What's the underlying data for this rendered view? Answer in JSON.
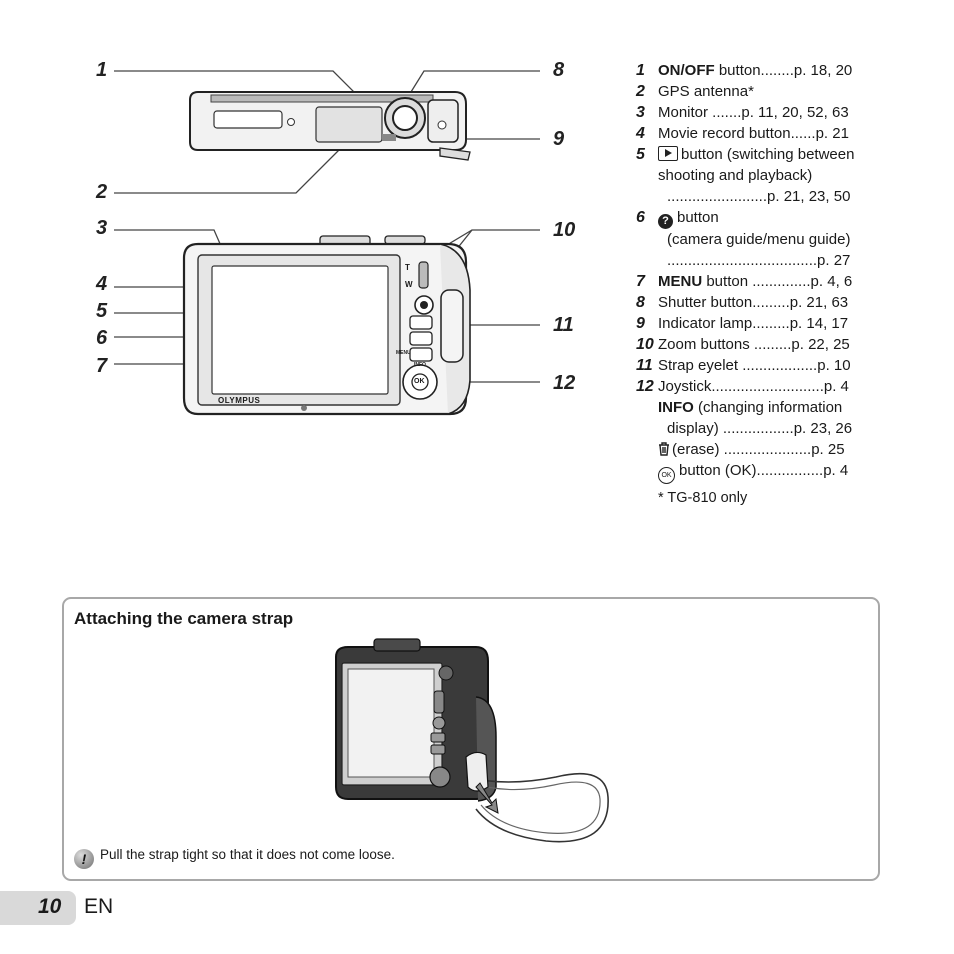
{
  "callouts": {
    "c1": "1",
    "c2": "2",
    "c3": "3",
    "c4": "4",
    "c5": "5",
    "c6": "6",
    "c7": "7",
    "c8": "8",
    "c9": "9",
    "c10": "10",
    "c11": "11",
    "c12": "12"
  },
  "camera_labels": {
    "brand": "OLYMPUS",
    "tele": "T",
    "wide": "W",
    "menu": "MENU",
    "ok": "OK",
    "info": "INFO"
  },
  "parts": [
    {
      "num": "1",
      "pre": "ON/OFF",
      "text": " button........p. 18, 20"
    },
    {
      "num": "2",
      "text": "GPS antenna*"
    },
    {
      "num": "3",
      "text": "Monitor .......p. 11, 20, 52, 63"
    },
    {
      "num": "4",
      "text": "Movie record button......p. 21"
    },
    {
      "num": "5",
      "text": "button (switching between",
      "cont": [
        "shooting and playback)",
        "........................p. 21, 23, 50"
      ]
    },
    {
      "num": "6",
      "text": "button",
      "cont": [
        "(camera guide/menu guide)",
        "....................................p. 27"
      ]
    },
    {
      "num": "7",
      "pre": "MENU",
      "text": " button ..............p. 4, 6"
    },
    {
      "num": "8",
      "text": "Shutter button.........p. 21, 63"
    },
    {
      "num": "9",
      "text": "Indicator lamp.........p. 14, 17"
    },
    {
      "num": "10",
      "text": "Zoom buttons .........p. 22, 25"
    },
    {
      "num": "11",
      "text": "Strap eyelet ..................p. 10"
    },
    {
      "num": "12",
      "text": "Joystick...........................p. 4"
    }
  ],
  "joystick_sub": {
    "info_label": "INFO",
    "info_text": " (changing information",
    "info_cont": "display) .................p. 23, 26",
    "erase": "(erase) .....................p. 25",
    "ok_icon": "OK",
    "ok_text": "button (OK)................p. 4"
  },
  "footnote": "* TG-810 only",
  "box": {
    "title": "Attaching the camera strap",
    "note_icon": "!",
    "note": "Pull the strap tight so that it does not come loose."
  },
  "page": {
    "number": "10",
    "lang": "EN"
  },
  "icons": {
    "playback": "playback-icon",
    "help": "help-icon",
    "ok": "ok-icon",
    "trash": "trash-icon",
    "caution": "caution-icon"
  }
}
